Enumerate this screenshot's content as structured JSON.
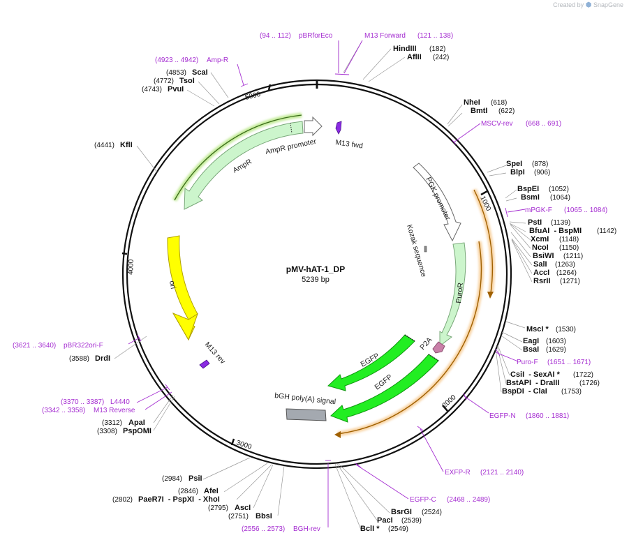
{
  "branding": {
    "created_by": "Created by",
    "app": "SnapGene"
  },
  "plasmid": {
    "name": "pMV-hAT-1_DP",
    "length": "5239 bp",
    "length_bp": 5239
  },
  "ruler": [
    "1000",
    "2000",
    "3000",
    "4000",
    "5000"
  ],
  "colors": {
    "primer": "#a52ed1",
    "enzyme": "#111111",
    "leader": "#999999"
  },
  "features": [
    {
      "id": "amppromoter",
      "label": "AmpR promoter",
      "fill": "#ffffff",
      "stroke": "#666"
    },
    {
      "id": "ampr",
      "label": "AmpR",
      "fill": "#ccf5cc",
      "stroke": "#7aa87a"
    },
    {
      "id": "ori",
      "label": "ori",
      "fill": "#ffff00",
      "stroke": "#b0a000"
    },
    {
      "id": "pgk",
      "label": "PGK promoter",
      "fill": "#ffffff",
      "stroke": "#666"
    },
    {
      "id": "kozak",
      "label": "Kozak sequence",
      "fill": "#888",
      "stroke": "#555"
    },
    {
      "id": "puror",
      "label": "PuroR",
      "fill": "#ccf5cc",
      "stroke": "#7aa87a"
    },
    {
      "id": "p2a",
      "label": "P2A",
      "fill": "#c97fa8",
      "stroke": "#8a4f6e"
    },
    {
      "id": "egfp1",
      "label": "EGFP",
      "fill": "#22ee22",
      "stroke": "#119911"
    },
    {
      "id": "egfp2",
      "label": "EGFP",
      "fill": "#22ee22",
      "stroke": "#119911"
    },
    {
      "id": "bgh",
      "label": "bGH poly(A) signal",
      "fill": "#a4a9b0",
      "stroke": "#555"
    },
    {
      "id": "m13fwd",
      "label": "M13 fwd",
      "fill": "#8a2be2",
      "stroke": "#4a148c"
    },
    {
      "id": "m13rev",
      "label": "M13 rev",
      "fill": "#8a2be2",
      "stroke": "#4a148c"
    }
  ],
  "enzymes": [
    {
      "name": "HindIII",
      "pos": "(182)"
    },
    {
      "name": "AflII",
      "pos": "(242)"
    },
    {
      "name": "NheI",
      "pos": "(618)"
    },
    {
      "name": "BmtI",
      "pos": "(622)"
    },
    {
      "name": "SpeI",
      "pos": "(878)"
    },
    {
      "name": "BlpI",
      "pos": "(906)"
    },
    {
      "name": "BspEI",
      "pos": "(1052)"
    },
    {
      "name": "BsmI",
      "pos": "(1064)"
    },
    {
      "name": "PstI",
      "pos": "(1139)"
    },
    {
      "name": "BfuAI  - BspMI",
      "pos": "(1142)"
    },
    {
      "name": "XcmI",
      "pos": "(1148)"
    },
    {
      "name": "NcoI",
      "pos": "(1150)"
    },
    {
      "name": "BsiWI",
      "pos": "(1211)"
    },
    {
      "name": "SalI",
      "pos": "(1263)"
    },
    {
      "name": "AccI",
      "pos": "(1264)"
    },
    {
      "name": "RsrII",
      "pos": "(1271)"
    },
    {
      "name": "MscI *",
      "pos": "(1530)"
    },
    {
      "name": "EagI",
      "pos": "(1603)"
    },
    {
      "name": "BsaI",
      "pos": "(1629)"
    },
    {
      "name": "CsiI  - SexAI *",
      "pos": "(1722)"
    },
    {
      "name": "BstAPI  - DraIII",
      "pos": "(1726)"
    },
    {
      "name": "BspDI  - ClaI",
      "pos": "(1753)"
    },
    {
      "name": "BsrGI",
      "pos": "(2524)"
    },
    {
      "name": "PacI",
      "pos": "(2539)"
    },
    {
      "name": "BclI *",
      "pos": "(2549)"
    },
    {
      "name": "BbsI",
      "pos": "(2751)"
    },
    {
      "name": "AscI",
      "pos": "(2795)"
    },
    {
      "name": "PaeR7I  - PspXI  - XhoI",
      "pos": "(2802)"
    },
    {
      "name": "AfeI",
      "pos": "(2846)"
    },
    {
      "name": "PsiI",
      "pos": "(2984)"
    },
    {
      "name": "PspOMI",
      "pos": "(3308)"
    },
    {
      "name": "ApaI",
      "pos": "(3312)"
    },
    {
      "name": "DrdI",
      "pos": "(3588)"
    },
    {
      "name": "KflI",
      "pos": "(4441)"
    },
    {
      "name": "PvuI",
      "pos": "(4743)"
    },
    {
      "name": "TsoI",
      "pos": "(4772)"
    },
    {
      "name": "ScaI",
      "pos": "(4853)"
    }
  ],
  "primers": [
    {
      "name": "pBRforEco",
      "range": "(94 .. 112)"
    },
    {
      "name": "M13 Forward",
      "range": "(121 .. 138)"
    },
    {
      "name": "MSCV-rev",
      "range": "(668 .. 691)"
    },
    {
      "name": "mPGK-F",
      "range": "(1065 .. 1084)"
    },
    {
      "name": "Puro-F",
      "range": "(1651 .. 1671)"
    },
    {
      "name": "EGFP-N",
      "range": "(1860 .. 1881)"
    },
    {
      "name": "EXFP-R",
      "range": "(2121 .. 2140)"
    },
    {
      "name": "EGFP-C",
      "range": "(2468 .. 2489)"
    },
    {
      "name": "BGH-rev",
      "range": "(2556 .. 2573)"
    },
    {
      "name": "L4440",
      "range": "(3370 .. 3387)"
    },
    {
      "name": "M13 Reverse",
      "range": "(3342 .. 3358)"
    },
    {
      "name": "pBR322ori-F",
      "range": "(3621 .. 3640)"
    },
    {
      "name": "Amp-R",
      "range": "(4923 .. 4942)"
    }
  ]
}
